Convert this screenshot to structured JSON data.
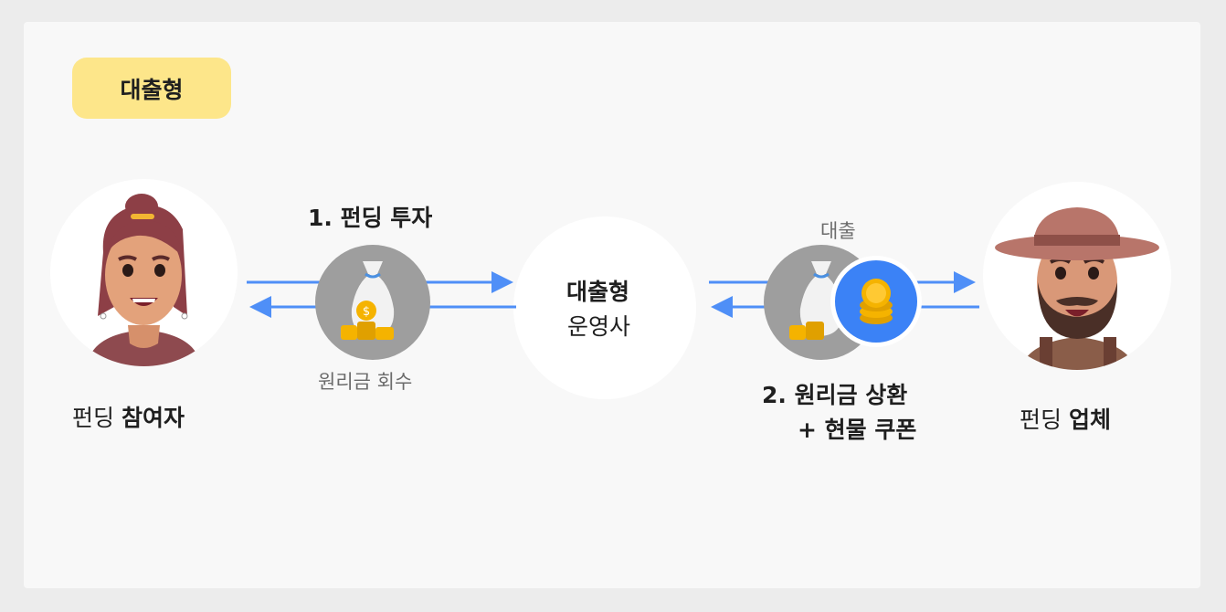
{
  "badge": {
    "label": "대출형"
  },
  "participant": {
    "label_normal": "펀딩 ",
    "label_bold": "참여자"
  },
  "company": {
    "label_normal": "펀딩 ",
    "label_bold": "업체"
  },
  "operator": {
    "line1": "대출형",
    "line2": "운영사"
  },
  "flow_left": {
    "top_label": "1. 펀딩 투자",
    "bottom_label": "원리금 회수"
  },
  "flow_right": {
    "top_label": "대출",
    "bottom_line1": "2. 원리금 상환",
    "bottom_line2": "+ 현물 쿠폰"
  },
  "colors": {
    "arrow": "#4f8ff7",
    "badge": "#fde68a",
    "coin": "#f5b300",
    "blue_disc": "#3b82f6"
  }
}
